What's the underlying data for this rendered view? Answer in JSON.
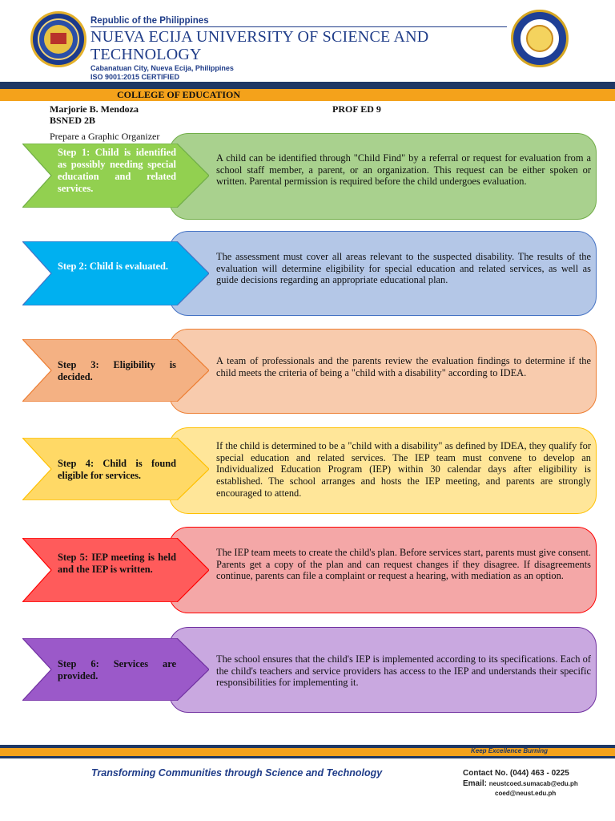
{
  "header": {
    "republic": "Republic of the Philippines",
    "university_line1": "NUEVA ECIJA UNIVERSITY OF SCIENCE AND",
    "university_line2": "TECHNOLOGY",
    "address": "Cabanatuan City, Nueva Ecija, Philippines",
    "iso": "ISO 9001:2015 CERTIFIED",
    "college": "COLLEGE OF EDUCATION"
  },
  "student": {
    "name": "Marjorie B. Mendoza",
    "section": "BSNED 2B",
    "course": "PROF ED 9",
    "prompt": "Prepare a Graphic Organizer"
  },
  "steps": [
    {
      "label": "Step 1: Child is identified as possibly needing special education and related services.",
      "description": "A child can be identified through \"Child Find\" by a referral or request for evaluation from a school staff member, a parent, or an organization. This request can be either spoken or written. Parental permission is required before the child undergoes evaluation.",
      "arrow_color": "#92d050",
      "box_color": "#a9d18e",
      "border_color": "#70ad47"
    },
    {
      "label": "Step 2: Child is evaluated.",
      "description": "The assessment must cover all areas relevant to the suspected disability. The results of the evaluation will determine eligibility for special education and related services, as well as guide decisions regarding an appropriate educational plan.",
      "arrow_color": "#00b0f0",
      "box_color": "#b4c7e7",
      "border_color": "#4472c4"
    },
    {
      "label": "Step 3: Eligibility is decided.",
      "description": "A team of professionals and the parents review the evaluation findings to determine if the child meets the criteria of being a \"child with a disability\" according to IDEA.",
      "arrow_color": "#f4b183",
      "box_color": "#f8cbad",
      "border_color": "#ed7d31"
    },
    {
      "label": "Step 4: Child is found eligible for services.",
      "description": "If the child is determined to be a \"child with a disability\" as defined by IDEA, they qualify for special education and related services. The IEP team must convene to develop an Individualized Education Program (IEP) within 30 calendar days after eligibility is established. The school arranges and hosts the IEP meeting, and parents are strongly encouraged to attend.",
      "arrow_color": "#ffd966",
      "box_color": "#ffe699",
      "border_color": "#ffc000"
    },
    {
      "label": "Step 5: IEP meeting is held and the IEP is written.",
      "description": "The IEP team meets to create the child's plan. Before services start, parents must give consent. Parents get a copy of the plan and can request changes if they disagree. If disagreements continue, parents can file a complaint or request a hearing, with mediation as an option.",
      "arrow_color": "#ff5b5b",
      "box_color": "#f4a7a7",
      "border_color": "#ff0000"
    },
    {
      "label": "Step 6: Services are provided.",
      "description": "The school ensures that the child's IEP is implemented according to its specifications. Each of the child's teachers and service providers has access to the IEP and understands their specific responsibilities for implementing it.",
      "arrow_color": "#9b59c9",
      "box_color": "#c9a8e0",
      "border_color": "#7030a0"
    }
  ],
  "footer": {
    "motto": "Keep Excellence Burning",
    "tagline": "Transforming Communities through Science and Technology",
    "contact": "Contact No. (044) 463 - 0225",
    "email_label": "Email:",
    "email1": "neustcoed.sumacab@edu.ph",
    "email2": "coed@neust.edu.ph"
  }
}
